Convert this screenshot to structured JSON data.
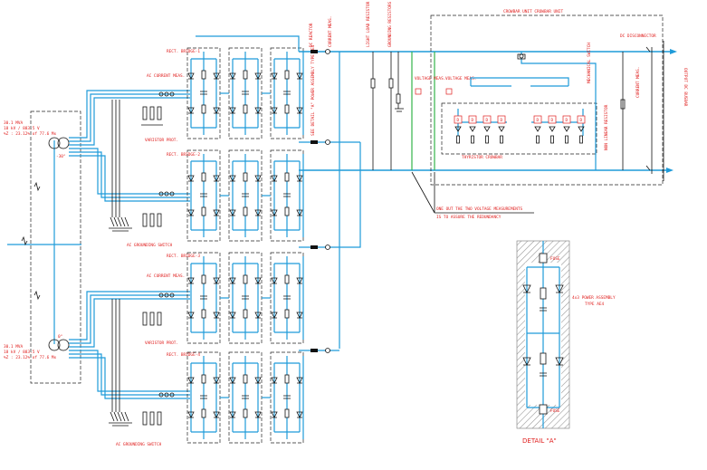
{
  "labels": {
    "crowbar_title": "CROWBAR UNIT CROWBAR UNIT",
    "dc_reactor": "DC REACTOR",
    "dc_current_meas": "CURRENT MEAS.",
    "light_load": "LIGHT LOAD RESISTOR",
    "grounding_res": "GROUNDING RESISTORS",
    "voltage_meas_1": "VOLTAGE MEAS.",
    "voltage_meas_2": "VOLTAGE MEAS.",
    "thyristor_crowbar": "THYRISTOR CROWBAR",
    "mechanical_switch": "MECHANICAL SWITCH",
    "non_linear_resistor": "NON LINEAR RESISTOR",
    "current_meas_out": "CURRENT MEAS.",
    "dc_disconnector": "DC DISCONNECTOR",
    "output_dc_busbar": "OUTPUT DC BUSBAR",
    "see_detail": "SEE DETAIL \"A\" POWER ASSEMBLY TYPE AE4",
    "redundancy_note_1": "ONE OUT THE TWO VOLTAGE MEASUREMENTS",
    "redundancy_note_2": "IS TO ASSURE THE REDUNDANCY",
    "ac_current_meas_1": "AC CURRENT MEAS.",
    "ac_current_meas_2": "AC CURRENT MEAS.",
    "varistor_prot_1": "VARISTOR PROT.",
    "varistor_prot_2": "VARISTOR PROT.",
    "ac_grounding_1": "AC GROUNDING SWITCH",
    "ac_grounding_2": "AC GROUNDING SWITCH",
    "bridge_1": "RECT. BRIDGE-1",
    "bridge_2": "RECT. BRIDGE-2",
    "bridge_3": "RECT. BRIDGE-3",
    "bridge_4": "RECT. BRIDGE-4",
    "tf1_line1": "30.1 MVA",
    "tf1_line2": "18 kV / 883.5 V",
    "tf1_line3": "%Z : 23.12% of 77.6 Mx",
    "tf1_angle": "-30°",
    "tf2_line1": "30.1 MVA",
    "tf2_line2": "18 kV / 883.5 V",
    "tf2_line3": "%Z : 23.12% of 77.6 Mx",
    "tf2_angle": "0°",
    "fuse_top": "FUSE",
    "fuse_bottom": "FUSE",
    "power_assembly_1": "4x3 POWER ASSEMBLY",
    "power_assembly_2": "TYPE AE4",
    "detail_title": "DETAIL \"A\"",
    "thy_tag": "D"
  },
  "colors": {
    "bus": "#1f9bd9",
    "voltage_bus": "#34b34a",
    "label": "#e0201f",
    "hatch": "#9a9a9a",
    "wiring": "#111111"
  }
}
